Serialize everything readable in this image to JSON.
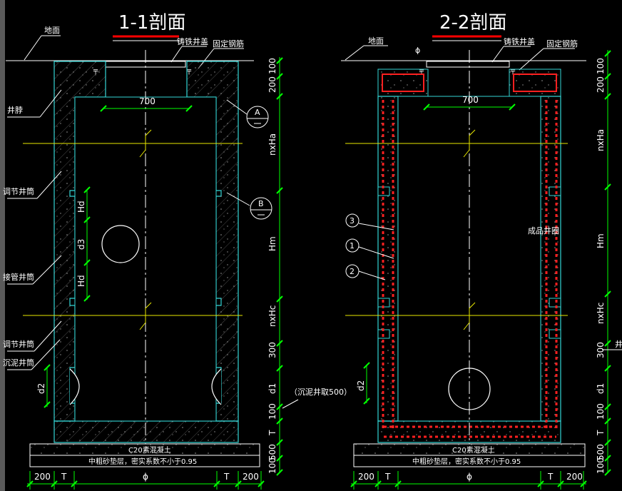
{
  "section_1": {
    "title": "1-1剖面",
    "labels": {
      "ground": "地面",
      "cover": "铸铁井盖",
      "steel": "固定钢筋",
      "well_neck": "井脖",
      "adj_ring_top": "调节井筒",
      "well_tube": "接管井筒",
      "adj_ring_bottom": "调节井筒",
      "sump_tube": "沉泥井筒"
    },
    "marks": {
      "a": "A",
      "b": "B"
    },
    "dims_h": {
      "top": "700",
      "bottom": [
        "200",
        "T",
        "ϕ",
        "T",
        "200"
      ]
    },
    "dims_v_left": [
      "Hd",
      "d3",
      "Hd",
      "d2"
    ],
    "dims_v_right": [
      "100",
      "200",
      "nxHa",
      "Hm",
      "nxHc",
      "300",
      "d1",
      "100",
      "T",
      "500",
      "100"
    ],
    "sump_note": "（沉泥井取500）",
    "base_lines": [
      "C20素混凝土",
      "中粗砂垫层，密实系数不小于0.95"
    ]
  },
  "section_2": {
    "title": "2-2剖面",
    "labels": {
      "ground": "地面",
      "ground_mark": "ϕ",
      "cover": "铸铁井盖",
      "steel": "固定钢筋",
      "ring": "成品井圈",
      "partial": "井"
    },
    "callouts": [
      "3",
      "1",
      "2"
    ],
    "dims_h": {
      "top": "700",
      "bottom": [
        "200",
        "T",
        "ϕ",
        "T",
        "200"
      ]
    },
    "dims_v_left": [
      "d2"
    ],
    "dims_v_right": [
      "100",
      "200",
      "nxHa",
      "Hm",
      "nxHc",
      "300",
      "d1",
      "100",
      "T",
      "500",
      "100"
    ],
    "base_lines": [
      "C20素混凝土",
      "中粗砂垫层，密实系数不小于0.95"
    ]
  },
  "colors": {
    "background": "#000000",
    "wall": "#33d6d6",
    "dimension": "#00ff00",
    "leader": "#ffffff",
    "accent": "#ff0000",
    "level_line": "#e8e800",
    "rebar": "#ff2020"
  }
}
